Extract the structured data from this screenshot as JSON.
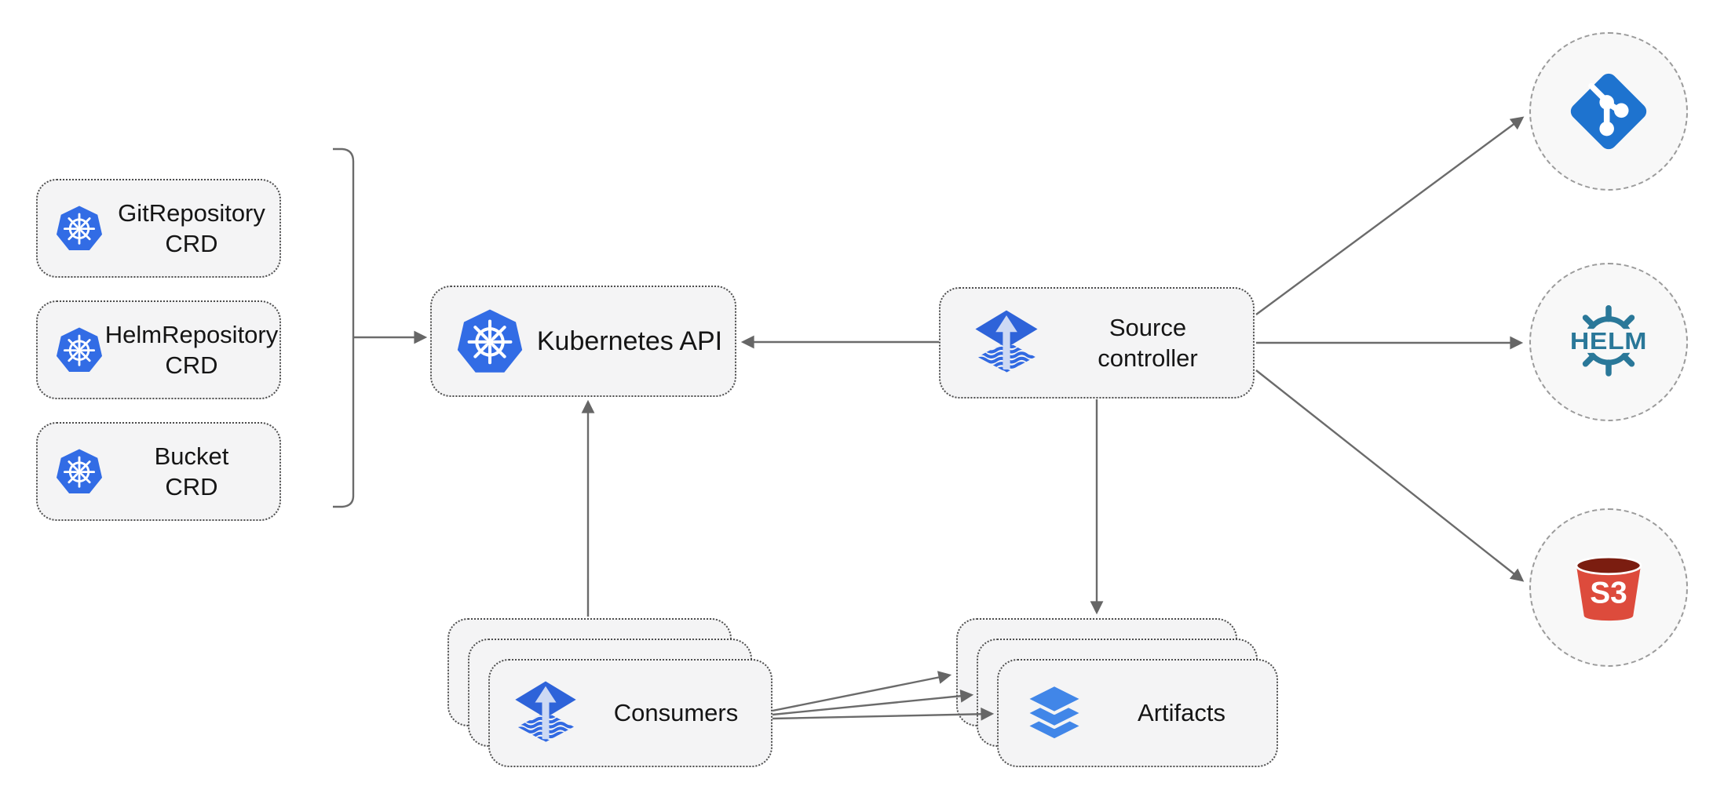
{
  "diagram": {
    "description": "Flux source-controller architecture diagram",
    "nodes": {
      "crd_git": {
        "icon": "kubernetes-icon",
        "line1": "GitRepository",
        "line2": "CRD"
      },
      "crd_helm": {
        "icon": "kubernetes-icon",
        "line1": "HelmRepository",
        "line2": "CRD"
      },
      "crd_bucket": {
        "icon": "kubernetes-icon",
        "line1": "Bucket",
        "line2": "CRD"
      },
      "kubernetes_api": {
        "icon": "kubernetes-icon",
        "label": "Kubernetes API"
      },
      "source_controller": {
        "icon": "flux-source-icon",
        "line1": "Source",
        "line2": "controller"
      },
      "consumers": {
        "icon": "flux-source-icon",
        "label": "Consumers",
        "stacked": true
      },
      "artifacts": {
        "icon": "layers-icon",
        "label": "Artifacts",
        "stacked": true
      }
    },
    "endpoints": {
      "git": {
        "icon": "git-icon"
      },
      "helm": {
        "icon": "helm-icon",
        "text": "HELM"
      },
      "s3": {
        "icon": "s3-bucket-icon",
        "text": "S3"
      }
    },
    "edges": [
      {
        "from": "crd-bracket",
        "to": "kubernetes_api"
      },
      {
        "from": "source_controller",
        "to": "kubernetes_api"
      },
      {
        "from": "consumers",
        "to": "kubernetes_api"
      },
      {
        "from": "source_controller",
        "to": "artifacts"
      },
      {
        "from": "source_controller",
        "to": "git"
      },
      {
        "from": "source_controller",
        "to": "helm"
      },
      {
        "from": "source_controller",
        "to": "s3"
      },
      {
        "from": "consumers",
        "to": "artifacts",
        "count": 3
      }
    ],
    "colors": {
      "kubernetes_blue": "#326ce5",
      "flux_blue": "#2e63d9",
      "flux_arrow_pale": "#cdd9f4",
      "layers_blue": "#4186e8",
      "git_blue": "#1e73cf",
      "helm_teal": "#2a7899",
      "s3_red": "#dd4b3c",
      "s3_dark": "#7b1d10",
      "line_gray": "#6b6b6b",
      "node_fill": "#f4f4f5",
      "node_border": "#4e4e4e",
      "endpoint_border": "#9b9b9b",
      "text": "#151515"
    }
  }
}
